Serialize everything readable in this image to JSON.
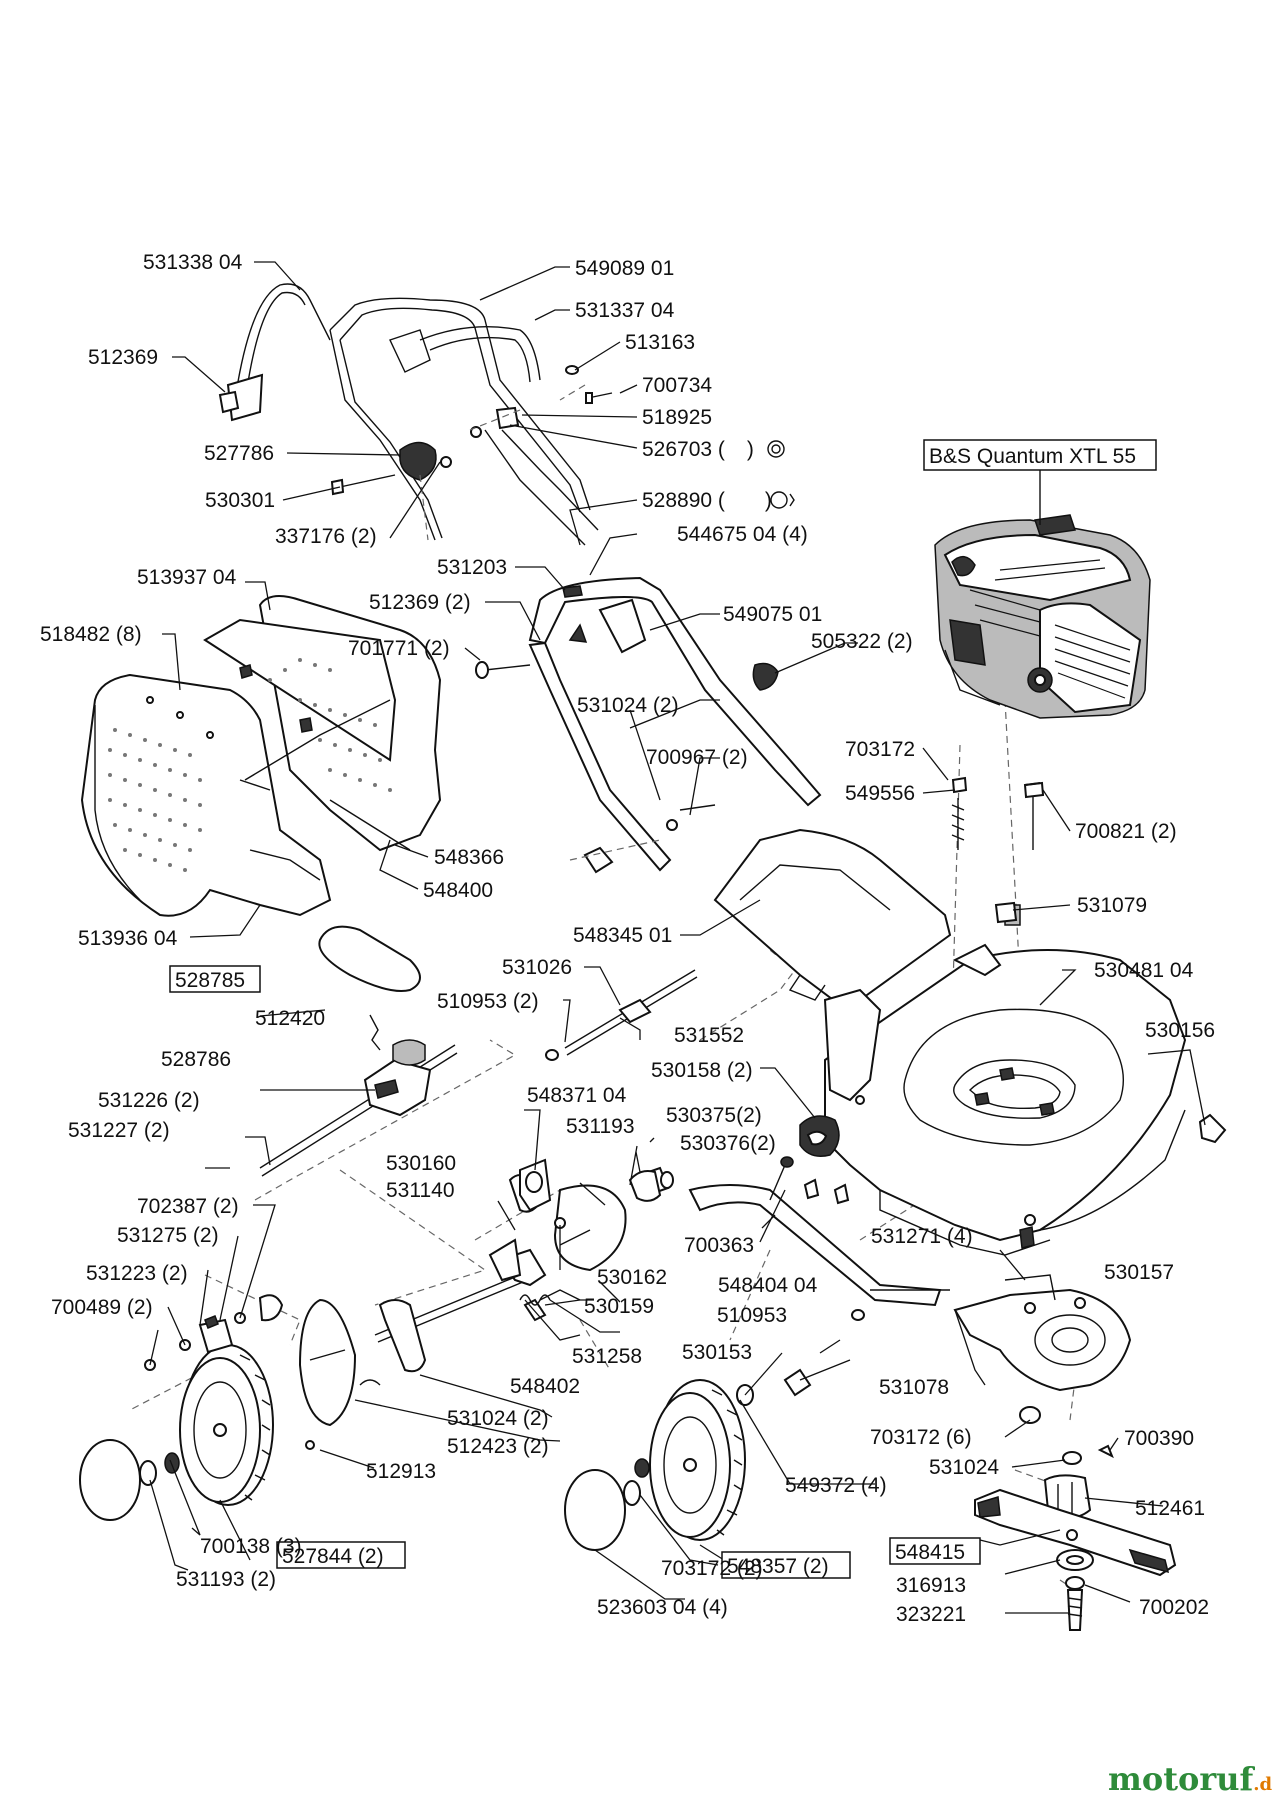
{
  "engine_label": "B&S Quantum XTL 55",
  "watermark": {
    "brand": "motoruf",
    "tld": ".de"
  },
  "labels": {
    "l531338": "531338 04",
    "l549089": "549089 01",
    "l531337": "531337 04",
    "l512369a": "512369",
    "l513163": "513163",
    "l700734": "700734",
    "l518925": "518925",
    "l527786": "527786",
    "l526703": "526703 (",
    "l530301": "530301",
    "l528890": "528890 (",
    "l337176": "337176 (2)",
    "l544675": "544675 04 (4)",
    "l531203": "531203",
    "l513937": "513937 04",
    "l512369b": "512369 (2)",
    "l549075": "549075 01",
    "l518482": "518482 (8)",
    "l701771": "701771 (2)",
    "l505322": "505322 (2)",
    "l531024a": "531024 (2)",
    "l700967": "700967 (2)",
    "l703172a": "703172",
    "l549556": "549556",
    "l700821": "700821 (2)",
    "l548366": "548366",
    "l548400": "548400",
    "l531079": "531079",
    "l548345": "548345 01",
    "l513936": "513936 04",
    "l531026": "531026",
    "l530481": "530481 04",
    "l528785": "528785",
    "l510953a": "510953 (2)",
    "l531552": "531552",
    "l530156": "530156",
    "l512420": "512420",
    "l530158": "530158 (2)",
    "l528786": "528786",
    "l548371": "548371 04",
    "l531193a": "531193",
    "l530375": "530375(2)",
    "l531226": "531226 (2)",
    "l530376": "530376(2)",
    "l531227": "531227 (2)",
    "l530160": "530160",
    "l531140": "531140",
    "l702387": "702387 (2)",
    "l531271": "531271 (4)",
    "l531275": "531275 (2)",
    "l700363": "700363",
    "l530157": "530157",
    "l531223": "531223 (2)",
    "l530162": "530162",
    "l548404": "548404 04",
    "l700489": "700489 (2)",
    "l530159": "530159",
    "l510953b": "510953",
    "l531258": "531258",
    "l530153": "530153",
    "l531078": "531078",
    "l548402": "548402",
    "l531024b": "531024 (2)",
    "l512423": "512423 (2)",
    "l703172b": "703172 (6)",
    "l700390": "700390",
    "l512913": "512913",
    "l549372": "549372 (4)",
    "l531024c": "531024",
    "l512461": "512461",
    "l527844": "527844 (2)",
    "l548357": "548357 (2)",
    "l700138": "700138 (3)",
    "l548415": "548415",
    "l703172c": "703172 (2)",
    "l316913": "316913",
    "l700202": "700202",
    "l531193b": "531193 (2)",
    "l523603": "523603 04 (4)",
    "l323221": "323221"
  },
  "symbols": {
    "sym526703": ")",
    "sym528890": ")"
  }
}
